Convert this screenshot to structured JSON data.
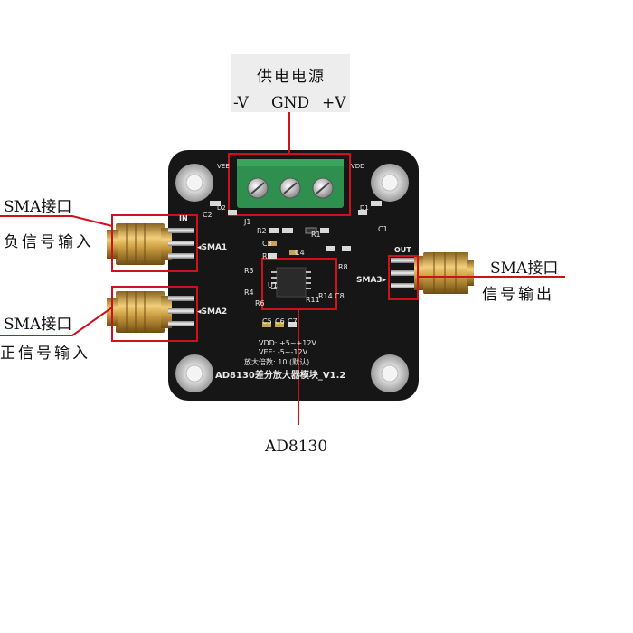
{
  "power": {
    "title": "供电电源",
    "neg": "-V",
    "gnd": "GND",
    "pos": "+V"
  },
  "left_top": {
    "line1": "SMA接口",
    "line2": "负信号输入"
  },
  "left_bottom": {
    "line1": "SMA接口",
    "line2": "正信号输入"
  },
  "right": {
    "line1": "SMA接口",
    "line2": "信号输出"
  },
  "bottom_label": "AD8130",
  "board": {
    "title": "AD8130差分放大器模块_V1.2",
    "vdd": "VDD: +5~+12V",
    "vee": "VEE: -5~-12V",
    "gain": "放大倍数: 10 (默认)",
    "in_label": "IN",
    "out_label": "OUT",
    "sma1": "◂SMA1",
    "sma2": "◂SMA2",
    "sma3": "SMA3▸",
    "j1": "J1",
    "u1": "U1",
    "c1": "C1",
    "c2": "C2",
    "c3": "C3",
    "c4": "C4",
    "c5": "C5",
    "c6": "C6",
    "c7": "C7",
    "c8": "C8",
    "r1": "R1",
    "r2": "R2",
    "r3": "R3",
    "r4": "R4",
    "r5": "R5",
    "r6": "R6",
    "r8": "R8",
    "r11": "R11",
    "r14": "R14",
    "d1": "D1",
    "d2": "D2",
    "vdd_pin": "VDD",
    "vee_pin": "VEE"
  },
  "colors": {
    "highlight": "#d0111b",
    "pcb": "#161616",
    "connector": "#2f8f4e",
    "gold": "#c99a3e"
  }
}
